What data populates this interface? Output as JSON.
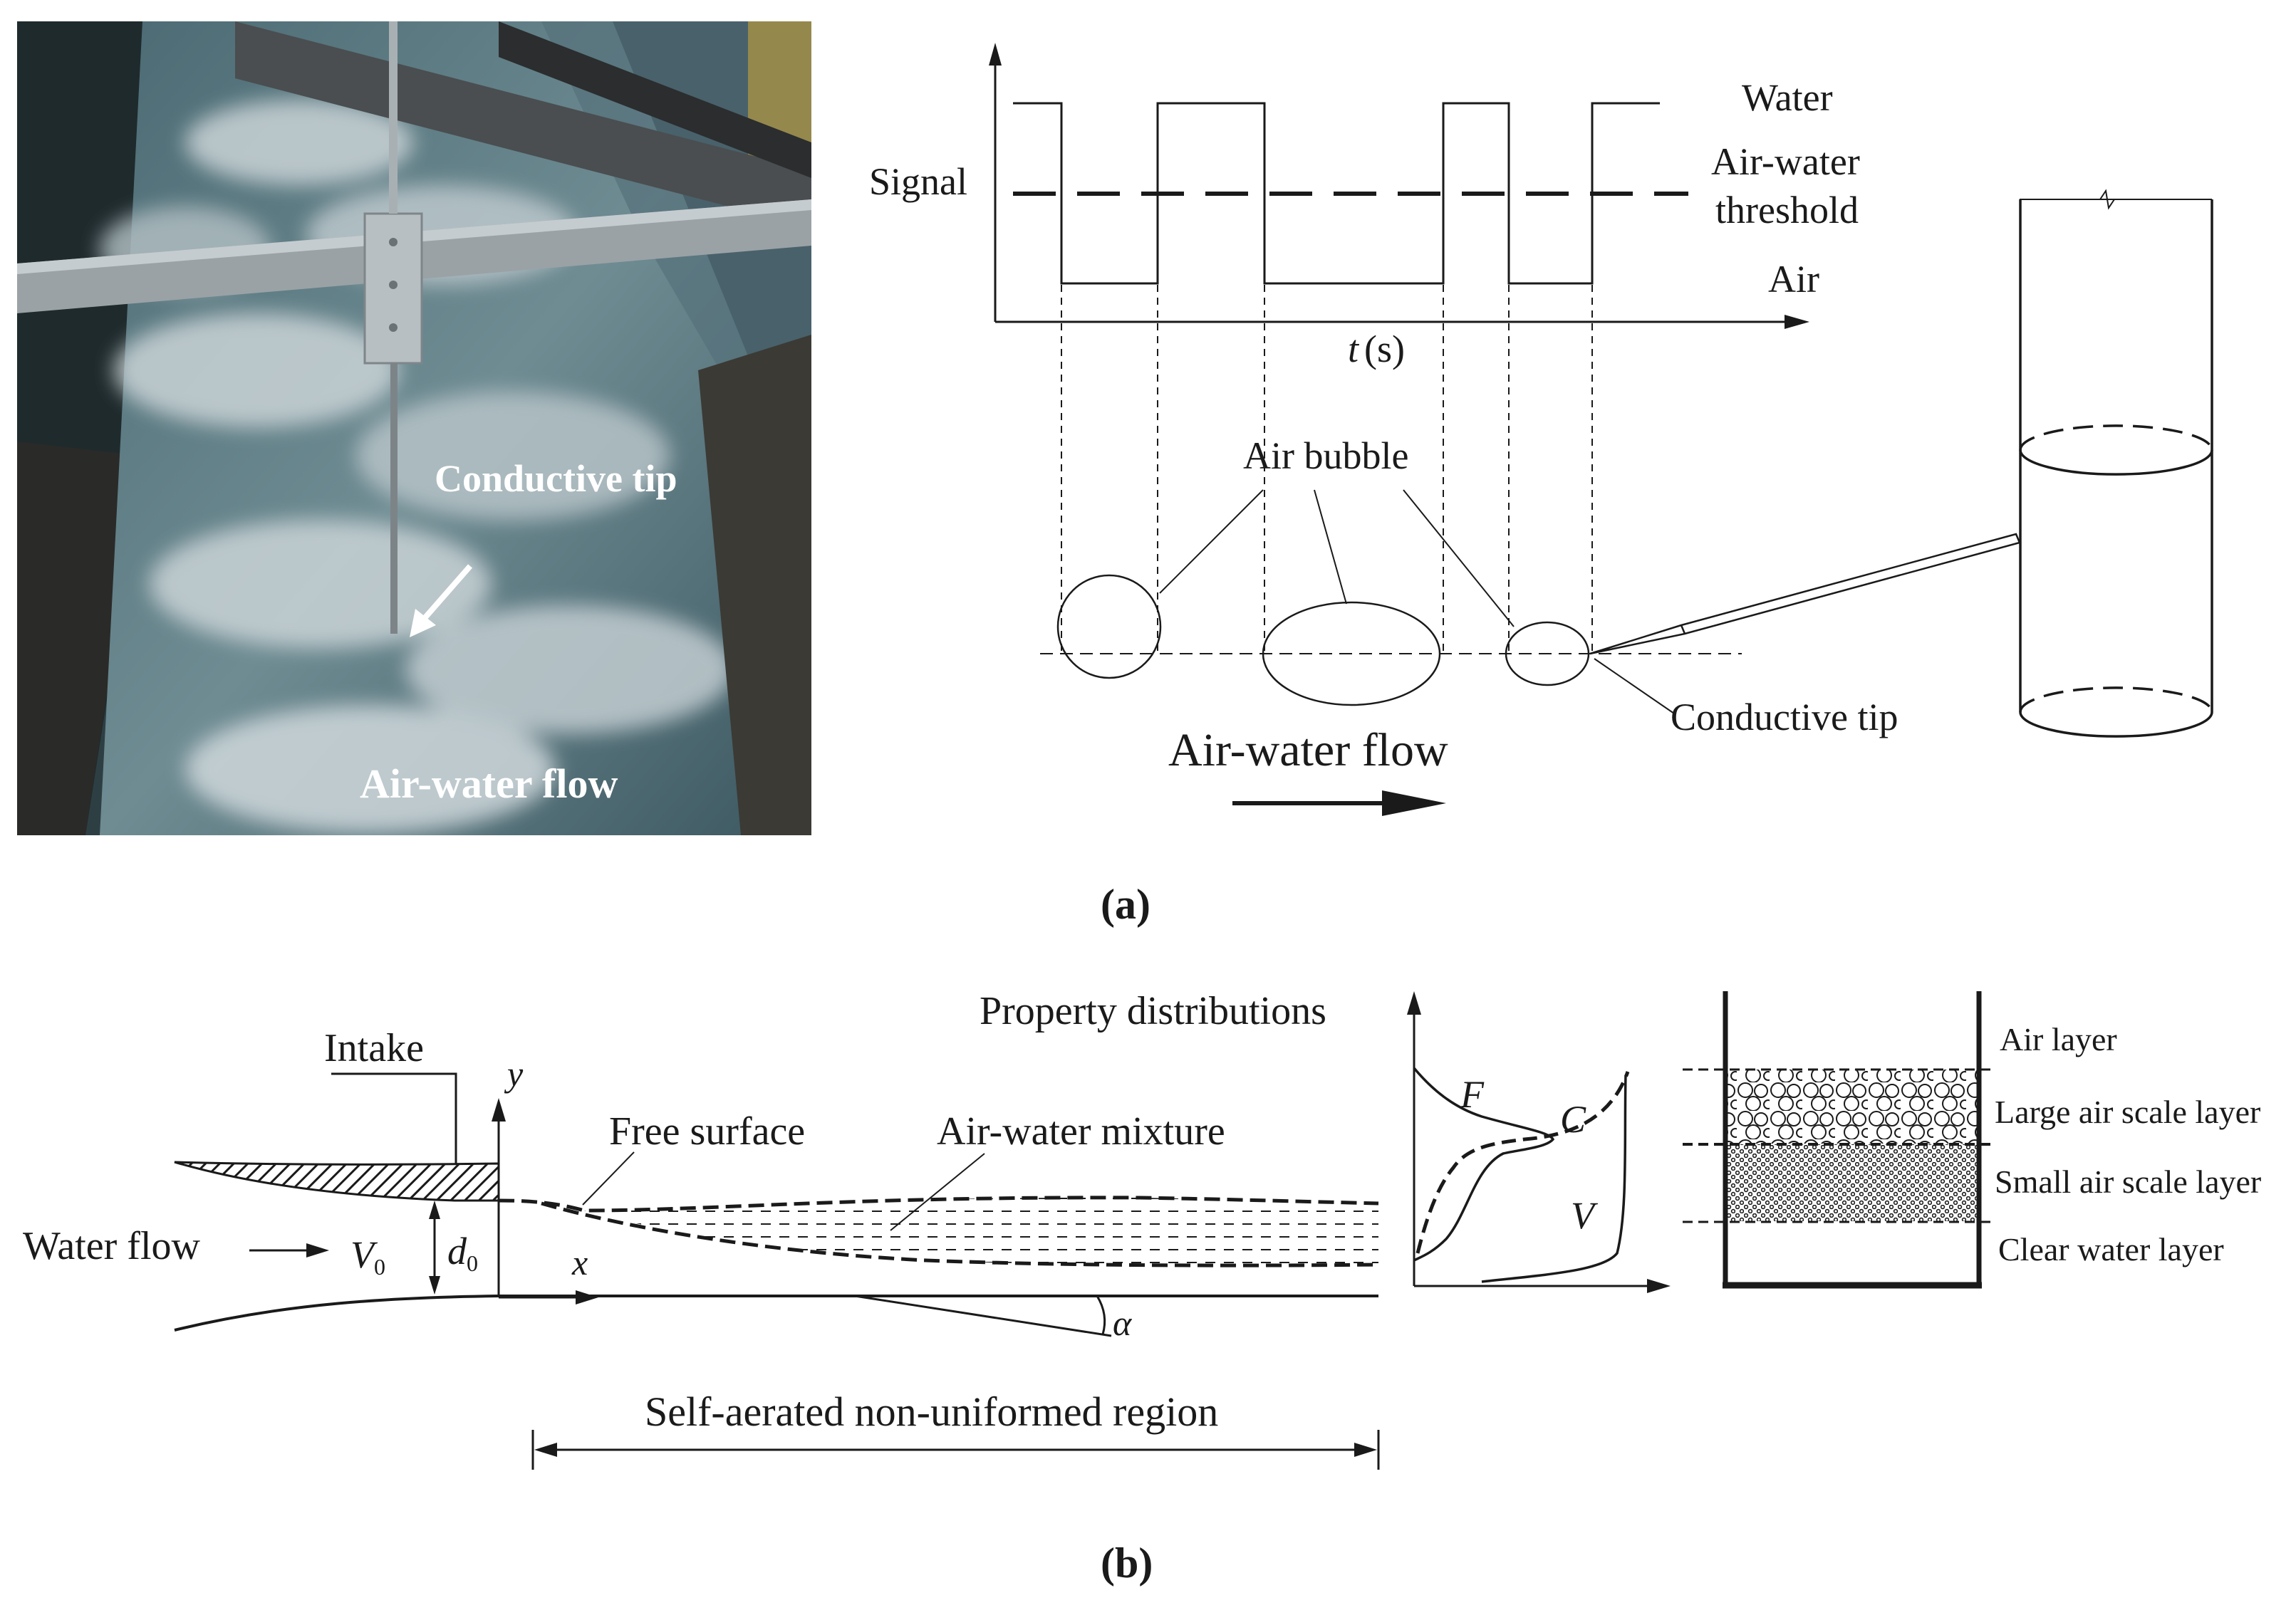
{
  "photo": {
    "tip_label": "Conductive tip",
    "flow_label": "Air-water flow"
  },
  "panel_a": {
    "caption": "(a)",
    "signal_label": "Signal",
    "water_label": "Water",
    "threshold_label_1": "Air-water",
    "threshold_label_2": "threshold",
    "air_label": "Air",
    "time_label_var": "t",
    "time_label_unit": "(s)",
    "bubble_label": "Air bubble",
    "tip_label": "Conductive tip",
    "flow_label": "Air-water flow"
  },
  "panel_b": {
    "caption": "(b)",
    "intake_label": "Intake",
    "y_axis_label": "y",
    "x_axis_label": "x",
    "free_surface_label": "Free surface",
    "mixture_label": "Air-water mixture",
    "water_flow_label": "Water flow",
    "velocity_label": "V",
    "velocity_sub": "0",
    "depth_label": "d",
    "depth_sub": "0",
    "angle_label": "α",
    "region_label": "Self-aerated non-uniformed region",
    "property_title": "Property distributions",
    "curve_f": "F",
    "curve_c": "C",
    "curve_v": "V",
    "layers": [
      "Air layer",
      "Large air scale layer",
      "Small air scale layer",
      "Clear water layer"
    ]
  },
  "colors": {
    "ink": "#1a1a1a",
    "photo_water": "#3f5a63",
    "photo_foam": "#c9d3d6",
    "photo_frame": "#9aa2a6"
  }
}
